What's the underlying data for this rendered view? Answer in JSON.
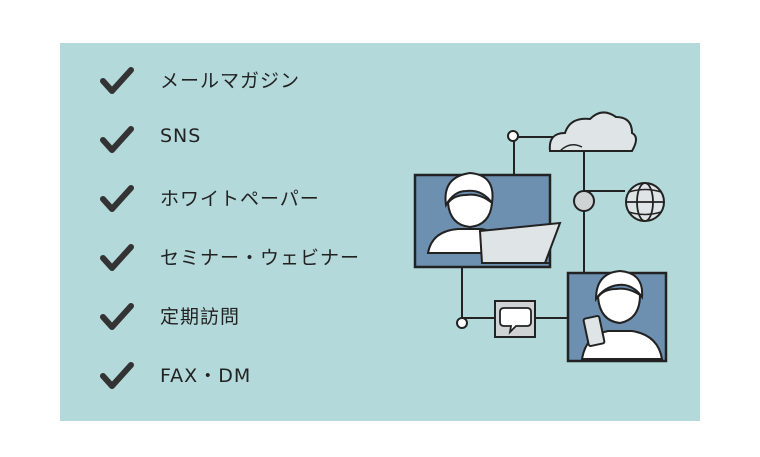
{
  "items": [
    {
      "label": "メールマガジン"
    },
    {
      "label": "SNS"
    },
    {
      "label": "ホワイトペーパー"
    },
    {
      "label": "セミナー・ウェビナー"
    },
    {
      "label": "定期訪問"
    },
    {
      "label": "FAX・DM"
    }
  ],
  "icons": {
    "check": "check-icon",
    "cloud": "cloud-icon",
    "globe": "globe-icon",
    "chat": "chat-bubble-icon"
  },
  "colors": {
    "panel_bg": "#b4d9da",
    "check": "#333333",
    "window_blue": "#6d8fb0",
    "line": "#222222"
  }
}
